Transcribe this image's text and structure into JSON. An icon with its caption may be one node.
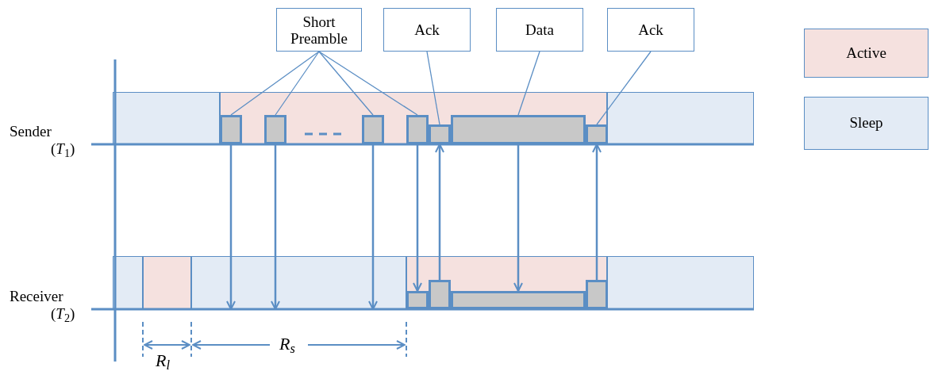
{
  "diagram": {
    "nodes": [
      {
        "text": [
          "Short Preamble"
        ]
      },
      {
        "text": [
          "Ack"
        ]
      },
      {
        "text": [
          "Data"
        ]
      },
      {
        "text": [
          "Ack"
        ]
      },
      {
        "text": [],
        "shape": "bar"
      },
      {
        "text": [],
        "shape": "bar"
      },
      {
        "text": [],
        "shape": "bar"
      },
      {
        "text": [],
        "shape": "box",
        "in": 5
      },
      {
        "text": [],
        "shape": "box",
        "in": 5
      },
      {
        "text": [],
        "shape": "box",
        "in": 5
      },
      {
        "text": [],
        "shape": "box",
        "in": 5
      },
      {
        "text": [],
        "shape": "box",
        "in": 5
      },
      {
        "text": [],
        "shape": "box",
        "in": 5
      },
      {
        "text": [],
        "shape": "box",
        "in": 5
      },
      {
        "text": [],
        "shape": "bar"
      },
      {
        "text": [],
        "shape": "bar"
      },
      {
        "text": [],
        "shape": "bar"
      },
      {
        "text": [],
        "shape": "bar"
      },
      {
        "text": [],
        "shape": "bar"
      },
      {
        "text": [],
        "shape": "box",
        "in": 17
      },
      {
        "text": [],
        "shape": "box",
        "in": 17
      },
      {
        "text": [],
        "shape": "box",
        "in": 17
      },
      {
        "text": [],
        "shape": "box",
        "in": 17
      }
    ],
    "edges": [
      {
        "from": 0,
        "to": 7,
        "arrow": "none"
      },
      {
        "from": 0,
        "to": 8,
        "arrow": "none"
      },
      {
        "from": 0,
        "to": 9,
        "arrow": "none"
      },
      {
        "from": 0,
        "to": 10,
        "arrow": "none"
      },
      {
        "from": 1,
        "to": 11,
        "arrow": "none"
      },
      {
        "from": 2,
        "to": 12,
        "arrow": "none"
      },
      {
        "from": 3,
        "to": 13,
        "arrow": "none"
      },
      {
        "from": 7,
        "to": 16,
        "arrow": "to"
      },
      {
        "from": 8,
        "to": 16,
        "arrow": "to"
      },
      {
        "from": 9,
        "to": 16,
        "arrow": "to"
      },
      {
        "from": 10,
        "to": 19,
        "arrow": "to"
      },
      {
        "from": 20,
        "to": 11,
        "arrow": "to"
      },
      {
        "from": 12,
        "to": 21,
        "arrow": "to"
      },
      {
        "from": 22,
        "to": 13,
        "arrow": "to"
      }
    ],
    "labels": [
      "Sender",
      "(*T*$_{1}$)",
      "Receiver",
      "(*T*$_{2}$)",
      "R$_{l}$",
      "R$_{s}$"
    ],
    "legend": [
      {
        "text": "Active",
        "color": "#f5e1df"
      },
      {
        "text": "Sleep",
        "color": "#e3ebf5"
      }
    ]
  }
}
